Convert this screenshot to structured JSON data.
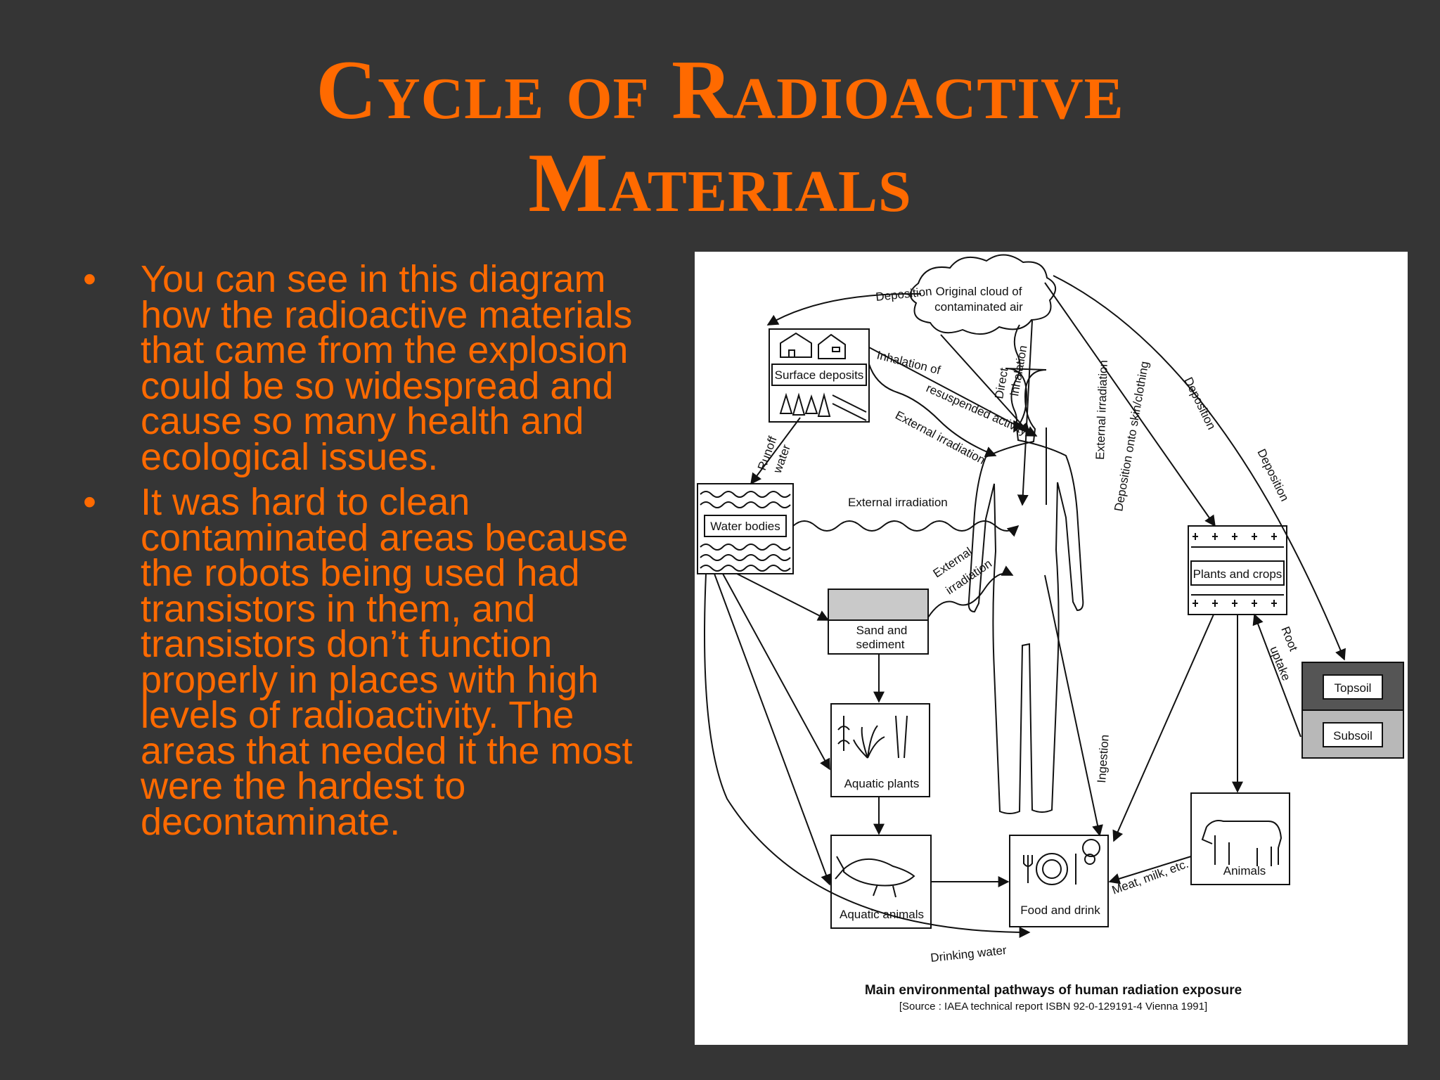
{
  "slide": {
    "title_line1": "Cycle of Radioactive",
    "title_line2": "Materials",
    "bullet_char": "•",
    "bullets": [
      "You can see in this diagram how the radioactive materials that came from the explosion could be so widespread and cause so many health and ecological issues.",
      "It was hard to clean contaminated areas because the robots being used had transistors in them, and transistors don’t function properly in places with high levels of radioactivity. The areas that needed it the most were the hardest to decontaminate."
    ]
  },
  "diagram": {
    "nodes": {
      "cloud_line1": "Original cloud of",
      "cloud_line2": "contaminated air",
      "surface": "Surface deposits",
      "water": "Water bodies",
      "sand_line1": "Sand and",
      "sand_line2": "sediment",
      "aquatic_plants": "Aquatic plants",
      "aquatic_animals": "Aquatic animals",
      "food": "Food and drink",
      "animals": "Animals",
      "plants": "Plants and crops",
      "topsoil": "Topsoil",
      "subsoil": "Subsoil"
    },
    "pathways": {
      "deposition_top": "Deposition",
      "inhalation_line1": "Inhalation of",
      "inhalation_line2": "resuspended activity",
      "ext_irr_surface": "External irradiation",
      "direct_line1": "Direct",
      "direct_line2": "inhalation",
      "ext_irr_cloud": "External irradiation",
      "deposition_skin": "Deposition onto skin/clothing",
      "deposition_plants": "Deposition",
      "deposition_soil": "Deposition",
      "runoff_line1": "Runoff",
      "runoff_line2": "water",
      "ext_irr_water": "External irradiation",
      "ext_irr_sand_line1": "External",
      "ext_irr_sand_line2": "irradiation",
      "root_line1": "Root",
      "root_line2": "uptake",
      "ingestion": "Ingestion",
      "meat_milk": "Meat, milk, etc.",
      "drinking_water": "Drinking water"
    },
    "caption": "Main environmental pathways of human radiation exposure",
    "source": "[Source : IAEA technical report ISBN 92-0-129191-4 Vienna 1991]"
  }
}
